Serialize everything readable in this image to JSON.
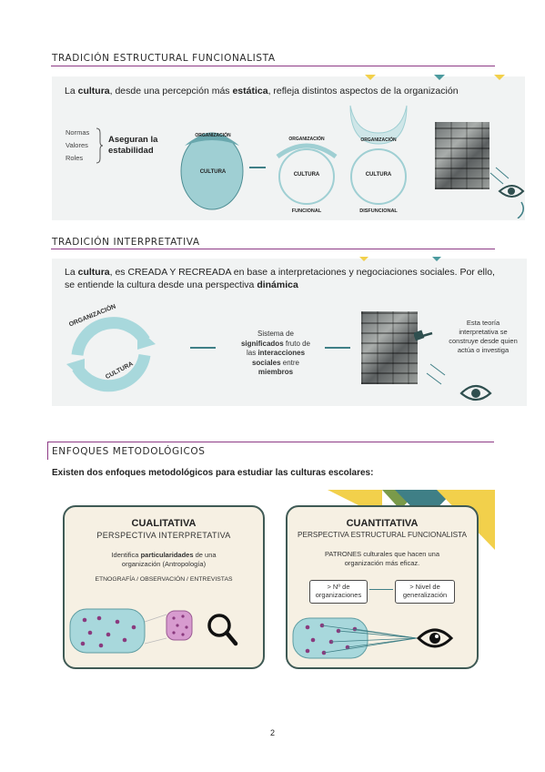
{
  "sections": {
    "s1": {
      "title": "TRADICIÓN ESTRUCTURAL FUNCIONALISTA"
    },
    "s2": {
      "title": "TRADICIÓN INTERPRETATIVA"
    },
    "s3": {
      "title": "ENFOQUES METODOLÓGICOS"
    }
  },
  "panel1": {
    "lead_1": "La ",
    "lead_bold1": "cultura",
    "lead_2": ", desde una percepción más ",
    "lead_bold2": "estática",
    "lead_3": ", refleja distintos aspectos de la organización",
    "list": [
      "Normas",
      "Valores",
      "Roles"
    ],
    "brace_text_1": "Aseguran la",
    "brace_text_2": "estabilidad",
    "org_label": "ORGANIZACIÓN",
    "culture_label": "CULTURA",
    "funcional": "FUNCIONAL",
    "disfuncional": "DISFUNCIONAL"
  },
  "panel2": {
    "lead_1": "La ",
    "lead_bold1": "cultura",
    "lead_2": ", es CREADA Y RECREADA en base a interpretaciones y negociaciones sociales. Por ello,",
    "lead_3": "se entiende la cultura desde una perspectiva ",
    "lead_bold2": "dinámica",
    "cycle_top": "ORGANIZACIÓN",
    "cycle_bottom": "CULTURA",
    "mid_1": "Sistema de",
    "mid_2b": "significados",
    "mid_2": " fruto de",
    "mid_3": "las ",
    "mid_3b": "interacciones",
    "mid_4b": "sociales",
    "mid_4": " entre",
    "mid_5b": "miembros",
    "right_1": "Esta teoría",
    "right_2": "interpretativa se",
    "right_3": "construye desde quien",
    "right_4": "actúa o investiga"
  },
  "section3": {
    "intro": "Existen dos enfoques metodológicos para estudiar las culturas escolares:"
  },
  "card_left": {
    "title": "CUALITATIVA",
    "subtitle": "PERSPECTIVA INTERPRETATIVA",
    "line1_a": "Identifica ",
    "line1_b": "particularidades",
    "line1_c": " de una",
    "line2": "organización (Antropología)",
    "methods": "ETNOGRAFÍA / OBSERVACIÓN / ENTREVISTAS"
  },
  "card_right": {
    "title": "CUANTITATIVA",
    "subtitle": "PERSPECTIVA ESTRUCTURAL FUNCIONALISTA",
    "line1": "PATRONES culturales que hacen una",
    "line2": "organización más eficaz.",
    "box1_1": "> Nº de",
    "box1_2": "organizaciones",
    "box2_1": "> Nivel de",
    "box2_2": "generalización"
  },
  "footer": {
    "page_number": "2"
  },
  "colors": {
    "accent": "#8e3b86",
    "teal": "#3f7f86",
    "yellow": "#f2d04b",
    "green": "#7a9a4a",
    "cell": "#a8d8dc",
    "dot": "#8a3a7e"
  }
}
